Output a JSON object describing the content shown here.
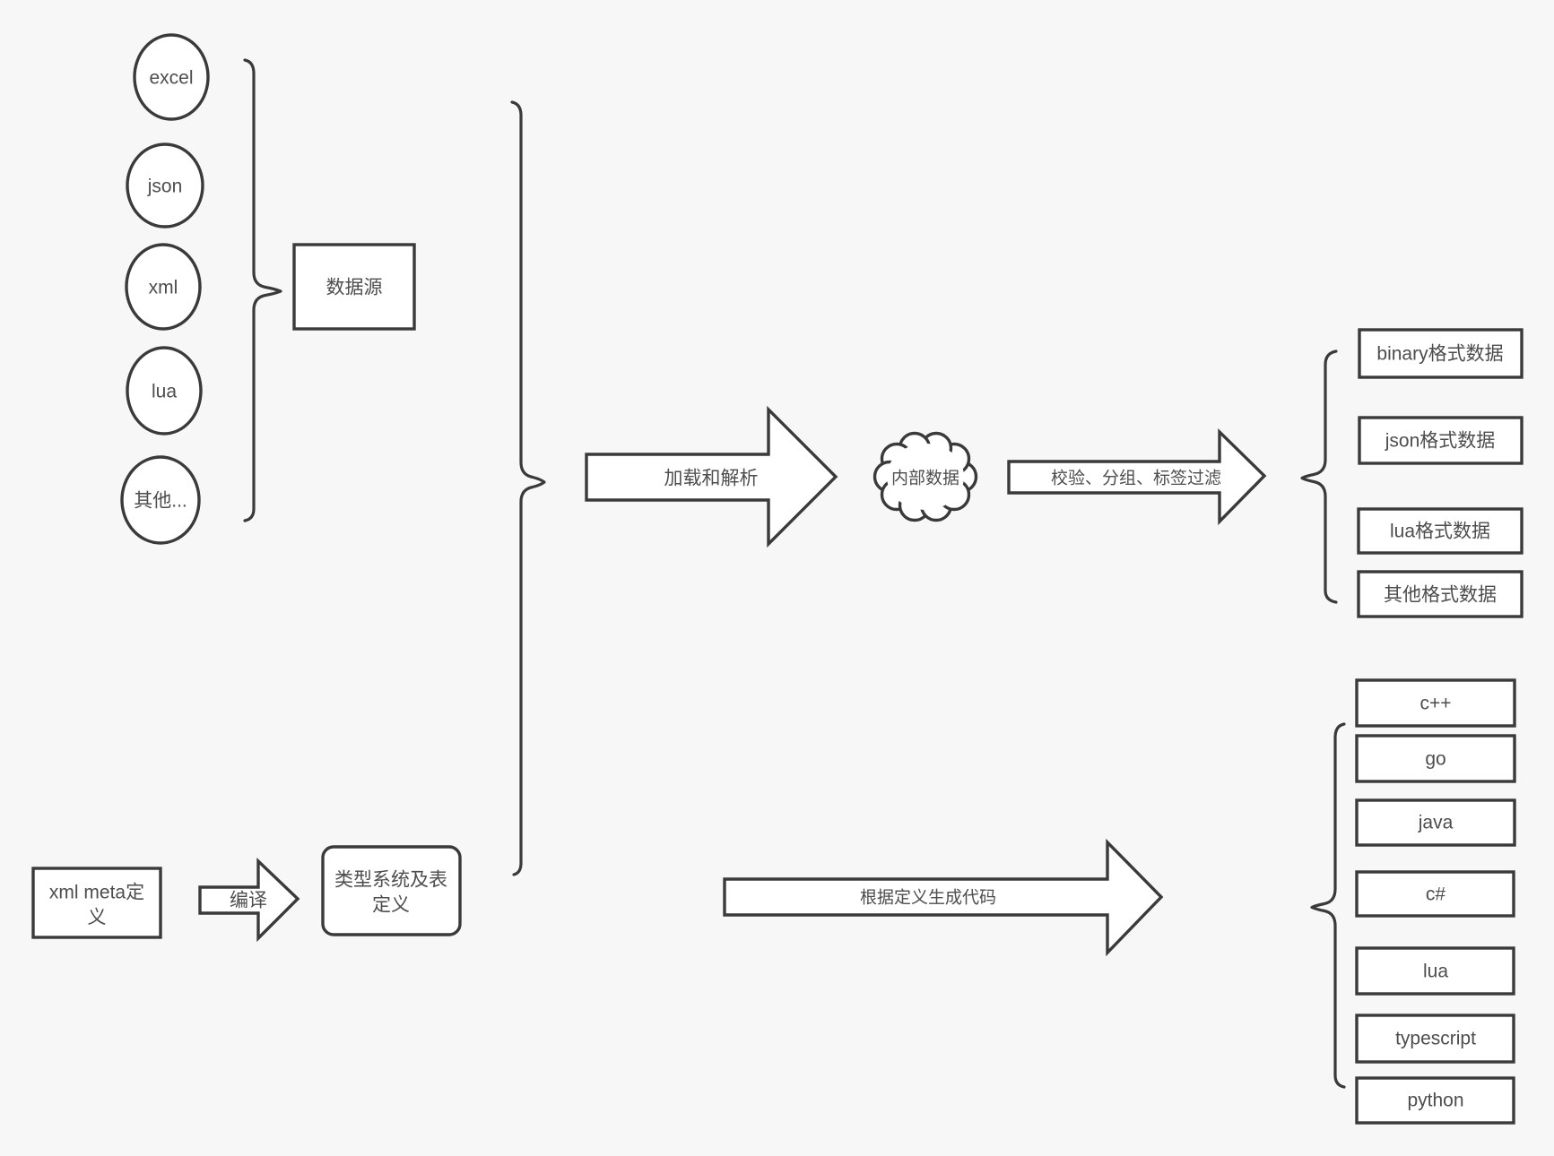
{
  "diagram": {
    "background_color": "#f7f7f7",
    "stroke_color": "#3a3a3a",
    "text_color": "#4d4d4d"
  },
  "sources": {
    "group_label": "数据源",
    "items": [
      "excel",
      "json",
      "xml",
      "lua",
      "其他..."
    ]
  },
  "meta_definition": {
    "xml_meta_line1": "xml meta定",
    "xml_meta_line2": "义",
    "compile_arrow_label": "编译",
    "typedef_line1": "类型系统及表",
    "typedef_line2": "定义"
  },
  "pipeline": {
    "load_parse_arrow_label": "加载和解析",
    "internal_data_label": "内部数据",
    "filter_arrow_label": "校验、分组、标签过滤",
    "generate_arrow_label": "根据定义生成代码"
  },
  "data_formats": [
    "binary格式数据",
    "json格式数据",
    "lua格式数据",
    "其他格式数据"
  ],
  "languages": [
    "c++",
    "go",
    "java",
    "c#",
    "lua",
    "typescript",
    "python"
  ]
}
